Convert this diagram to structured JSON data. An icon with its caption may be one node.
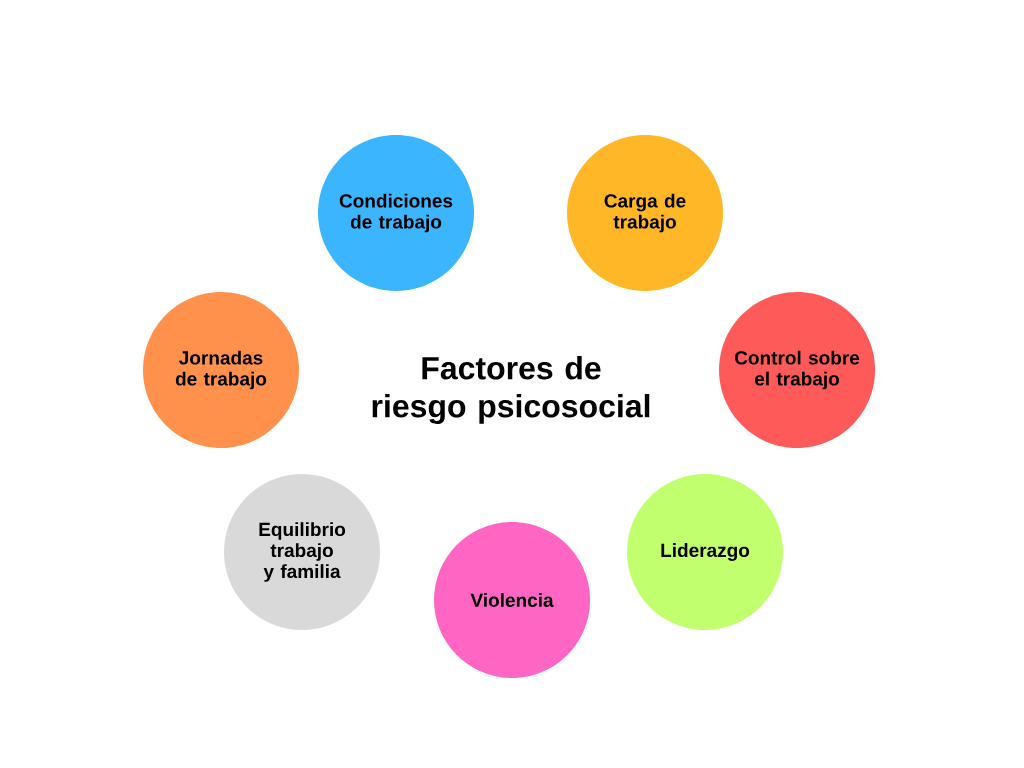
{
  "diagram": {
    "title": "Factores de riesgo psicosocial",
    "nodes": [
      {
        "text": [
          "Condiciones de trabajo"
        ]
      },
      {
        "text": [
          "Carga de trabajo"
        ]
      },
      {
        "text": [
          "Jornadas de trabajo"
        ]
      },
      {
        "text": [
          "Control sobre el trabajo"
        ]
      },
      {
        "text": [
          "Equilibrio trabajo y familia"
        ]
      },
      {
        "text": [
          "Liderazgo"
        ]
      },
      {
        "text": [
          "Violencia"
        ]
      }
    ],
    "edges": []
  }
}
